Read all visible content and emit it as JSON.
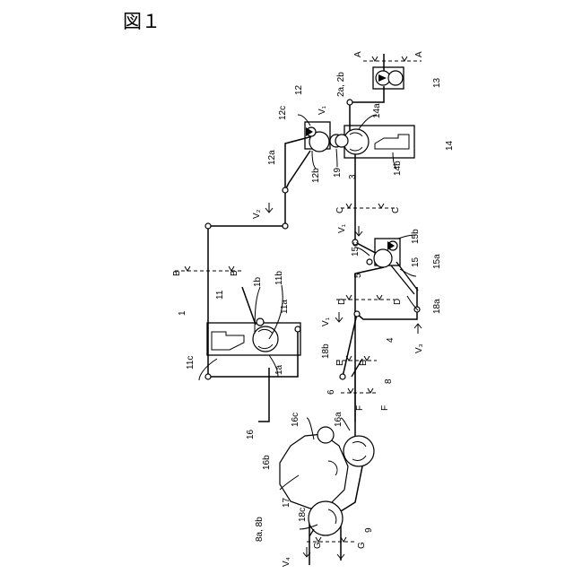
{
  "figure_title": "図１",
  "labels": {
    "A1": "A",
    "A2": "A",
    "B1": "B",
    "B2": "B",
    "C1": "C",
    "C2": "C",
    "D1": "D",
    "D2": "D",
    "E1": "E",
    "E2": "E",
    "F1": "F",
    "F2": "F",
    "G1": "G",
    "G2": "G",
    "n1": "1",
    "n1a": "1a",
    "n1b": "1b",
    "n2a2b": "2a, 2b",
    "n3": "3",
    "n4": "4",
    "n5": "5",
    "n6": "6",
    "n8": "8",
    "n8a8b": "8a, 8b",
    "n9": "9",
    "n11": "11",
    "n11a": "11a",
    "n11b": "11b",
    "n11c": "11c",
    "n12": "12",
    "n12a": "12a",
    "n12b": "12b",
    "n12c": "12c",
    "n13": "13",
    "n14": "14",
    "n14a": "14a",
    "n14b": "14b",
    "n15": "15",
    "n15a": "15a",
    "n15b": "15b",
    "n15c": "15c",
    "n16": "16",
    "n16a": "16a",
    "n16b": "16b",
    "n16c": "16c",
    "n17": "17",
    "n18a": "18a",
    "n18b": "18b",
    "n18c": "18c",
    "n19": "19",
    "V1a": "V₁",
    "V1b": "V₁",
    "V1c": "V₁",
    "V2": "V₂",
    "V3": "V₃",
    "V4": "V₄"
  }
}
